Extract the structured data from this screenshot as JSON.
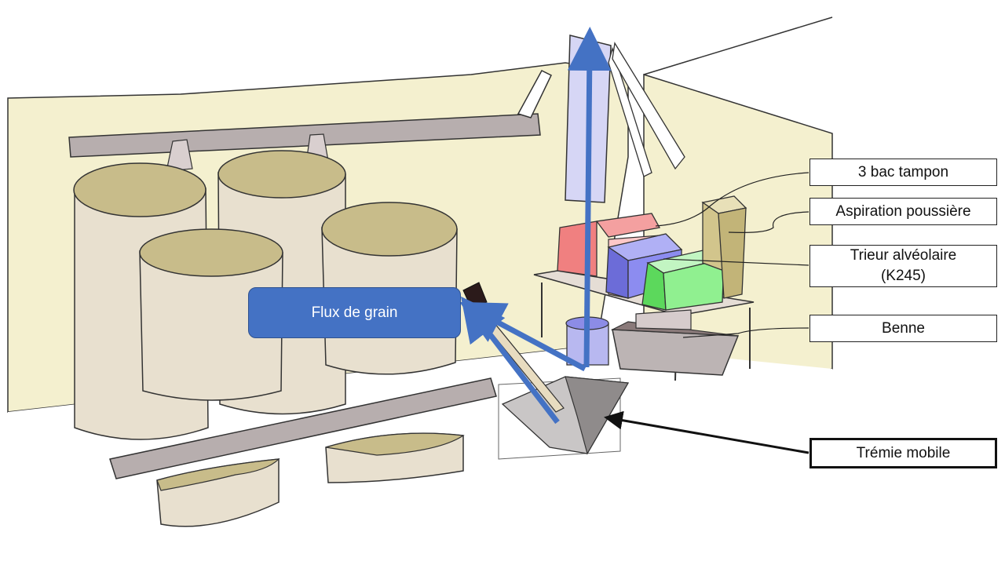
{
  "flux_label": "Flux de grain",
  "labels": {
    "bac_tampon": "3 bac tampon",
    "aspiration": "Aspiration poussière",
    "trieur_line1": "Trieur alvéolaire",
    "trieur_line2": "(K245)",
    "benne": "Benne",
    "tremie": "Trémie mobile"
  },
  "colors": {
    "wall": "#f4f0cf",
    "silo_body": "#e8e0cf",
    "silo_top": "#c8bc8a",
    "pipe": "#b7aeae",
    "arrow_blue": "#4472c4",
    "elevator": "#d6d6f5",
    "bin_red": "#f08080",
    "bin_blue": "#8c8cf0",
    "bin_green": "#90f090",
    "aspiration": "#d2c58c",
    "hopper": "#b0acac"
  }
}
